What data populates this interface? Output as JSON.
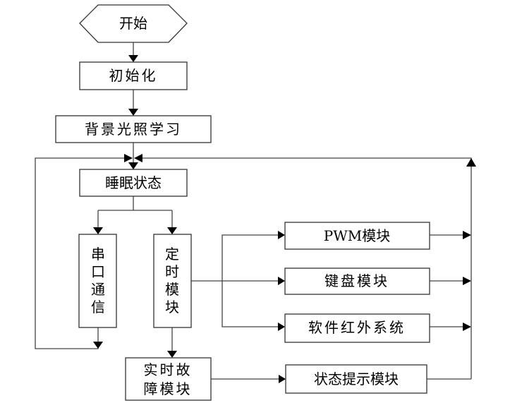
{
  "diagram": {
    "type": "flowchart",
    "nodes": [
      {
        "id": "start",
        "shape": "hexagon",
        "label": "开始"
      },
      {
        "id": "init",
        "shape": "rect",
        "label": "初始化"
      },
      {
        "id": "bg_learn",
        "shape": "rect",
        "label": "背景光照学习"
      },
      {
        "id": "sleep",
        "shape": "rect",
        "label": "睡眠状态"
      },
      {
        "id": "serial",
        "shape": "rect-vertical",
        "label": "串口通信"
      },
      {
        "id": "timer",
        "shape": "rect-vertical",
        "label": "定时模块"
      },
      {
        "id": "pwm",
        "shape": "rect",
        "label": "PWM模块"
      },
      {
        "id": "keyboard",
        "shape": "rect",
        "label": "键盘模块"
      },
      {
        "id": "ir",
        "shape": "rect",
        "label": "软件红外系统"
      },
      {
        "id": "fault",
        "shape": "rect",
        "label": [
          "实时故",
          "障模块"
        ]
      },
      {
        "id": "status",
        "shape": "rect",
        "label": "状态提示模块"
      }
    ],
    "edges": [
      {
        "from": "start",
        "to": "init"
      },
      {
        "from": "init",
        "to": "bg_learn"
      },
      {
        "from": "bg_learn",
        "to": "sleep"
      },
      {
        "from": "sleep",
        "to": "serial"
      },
      {
        "from": "sleep",
        "to": "timer"
      },
      {
        "from": "serial",
        "to": "sleep",
        "route": "left-loop"
      },
      {
        "from": "timer",
        "to": "pwm"
      },
      {
        "from": "timer",
        "to": "keyboard"
      },
      {
        "from": "timer",
        "to": "ir"
      },
      {
        "from": "timer",
        "to": "fault"
      },
      {
        "from": "fault",
        "to": "status"
      },
      {
        "from": "pwm",
        "to": "sleep",
        "route": "right-loop"
      },
      {
        "from": "keyboard",
        "to": "sleep",
        "route": "right-loop"
      },
      {
        "from": "ir",
        "to": "sleep",
        "route": "right-loop"
      },
      {
        "from": "status",
        "to": "sleep",
        "route": "right-loop"
      }
    ]
  }
}
